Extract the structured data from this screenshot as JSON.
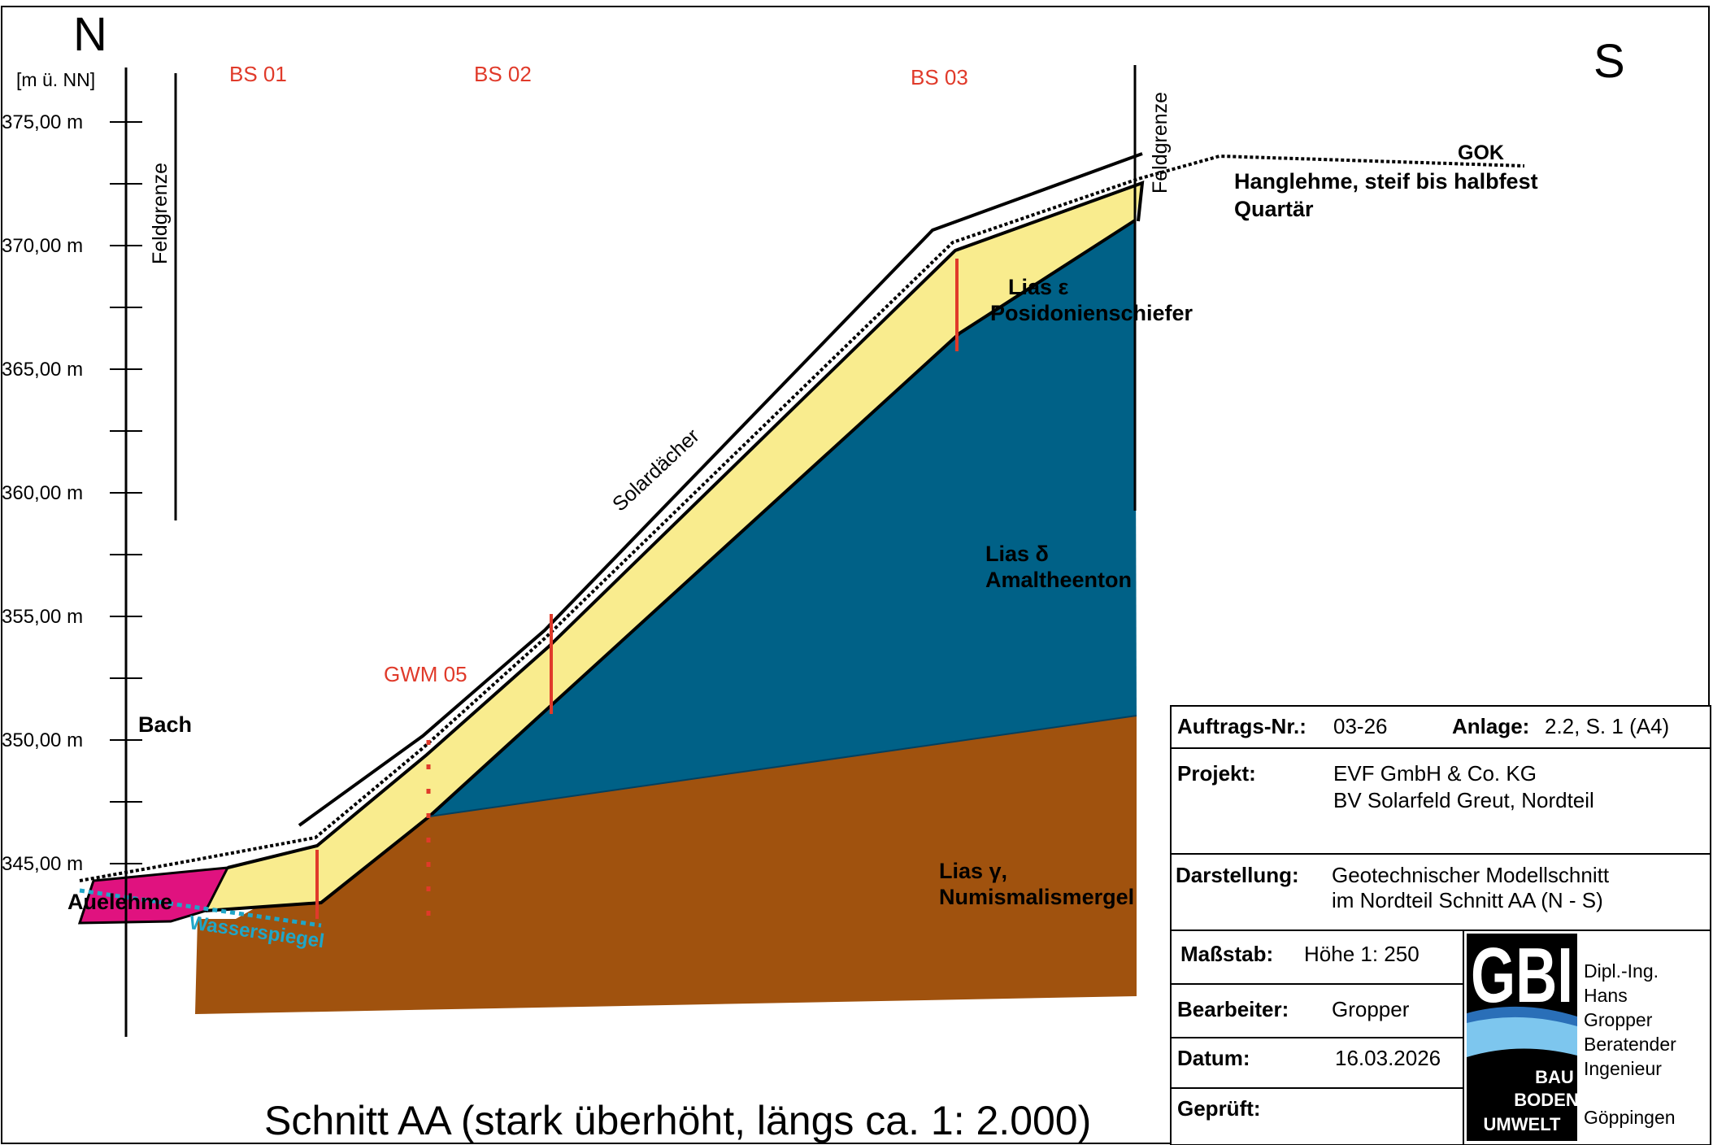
{
  "compass": {
    "north": "N",
    "south": "S"
  },
  "axis": {
    "unit_label": "[m ü. NN]",
    "ticks": [
      "375,00 m",
      "370,00 m",
      "365,00 m",
      "360,00 m",
      "355,00 m",
      "350,00 m",
      "345,00 m"
    ]
  },
  "boreholes": {
    "bs01": "BS 01",
    "bs02": "BS 02",
    "bs03": "BS 03",
    "gwm05": "GWM 05"
  },
  "labels": {
    "feldgrenze_left": "Feldgrenze",
    "feldgrenze_right": "Feldgrenze",
    "solardaecher": "Solardächer",
    "gok": "GOK",
    "hanglehme_1": "Hanglehme, steif bis halbfest",
    "hanglehme_2": "Quartär",
    "lias_eps_1": "Lias ε",
    "lias_eps_2": "Posidonienschiefer",
    "lias_delta_1": "Lias δ",
    "lias_delta_2": "Amaltheenton",
    "lias_gamma_1": "Lias γ,",
    "lias_gamma_2": "Numismalismergel",
    "bach": "Bach",
    "auelehme": "Auelehme",
    "wasserspiegel": "Wasserspiegel",
    "title": "Schnitt AA (stark überhöht, längs ca. 1: 2.000)"
  },
  "titleblock": {
    "auftrag_label": "Auftrags-Nr.:",
    "auftrag_value": "03-26",
    "anlage_label": "Anlage:",
    "anlage_value": "2.2, S. 1 (A4)",
    "projekt_label": "Projekt:",
    "projekt_line1": "EVF GmbH & Co. KG",
    "projekt_line2": "BV Solarfeld Greut, Nordteil",
    "darstellung_label": "Darstellung:",
    "darstellung_line1": "Geotechnischer Modellschnitt",
    "darstellung_line2": "im Nordteil Schnitt AA (N - S)",
    "massstab_label": "Maßstab:",
    "massstab_value": "Höhe 1: 250",
    "bearbeiter_label": "Bearbeiter:",
    "bearbeiter_value": "Gropper",
    "datum_label": "Datum:",
    "datum_value": "16.03.2026",
    "geprueft_label": "Geprüft:"
  },
  "logo": {
    "letters": "GBI",
    "line1": "BAU",
    "line2": "BODEN",
    "line3": "UMWELT",
    "company": [
      "Dipl.-Ing.",
      "Hans",
      "Gropper",
      "Beratender",
      "Ingenieur",
      "Göppingen"
    ]
  },
  "colors": {
    "brown": "#A0520E",
    "blue": "#006187",
    "yellow": "#F9EC8E",
    "magenta": "#E0127F",
    "red": "#E03A2A",
    "cyan": "#1FA6C8",
    "logo_blue": "#7DC6EE"
  }
}
